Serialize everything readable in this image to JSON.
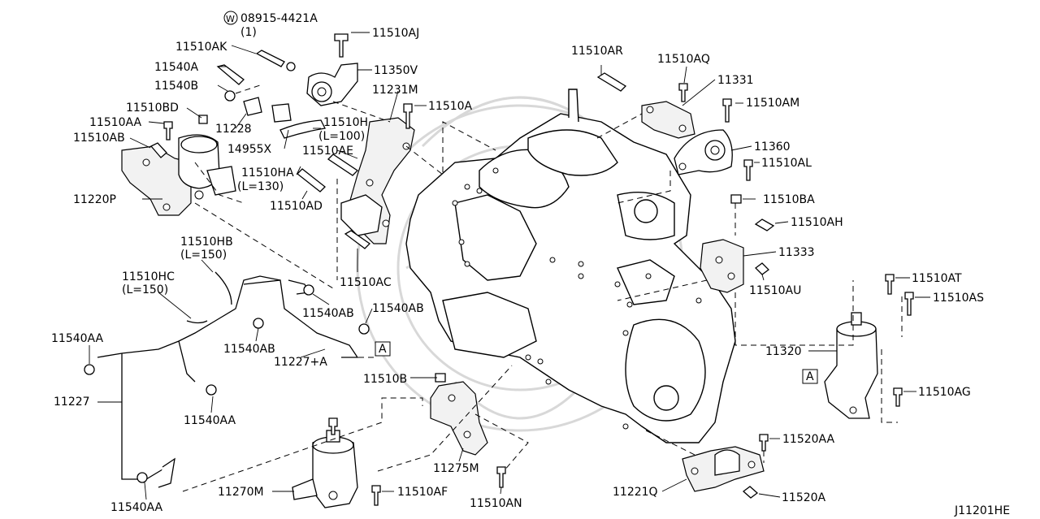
{
  "diagram_code": "J11201HE",
  "washer_symbol": "W",
  "washer_part": "08915-4421A",
  "washer_qty": "(1)",
  "ref_box": "A",
  "parts": {
    "p11510AJ": "11510AJ",
    "p11510AK": "11510AK",
    "p11540A": "11540A",
    "p11350V": "11350V",
    "p11540B": "11540B",
    "p11231M": "11231M",
    "p11510A": "11510A",
    "p11510BD": "11510BD",
    "p11510AA": "11510AA",
    "p11228": "11228",
    "p11510H": "11510H",
    "p11510H_len": "(L=100)",
    "p11510AB": "11510AB",
    "p14955X": "14955X",
    "p11510AE": "11510AE",
    "p11510HA": "11510HA",
    "p11510HA_len": "(L=130)",
    "p11220P": "11220P",
    "p11510AD": "11510AD",
    "p11510HB": "11510HB",
    "p11510HB_len": "(L=150)",
    "p11510HC": "11510HC",
    "p11510HC_len": "(L=150)",
    "p11510AC": "11510AC",
    "p11540AB_a": "11540AB",
    "p11540AB_b": "11540AB",
    "p11540AB_c": "11540AB",
    "p11540AA_a": "11540AA",
    "p11227A": "11227+A",
    "p11227": "11227",
    "p11540AA_b": "11540AA",
    "p11540AA_c": "11540AA",
    "p11510B": "11510B",
    "p11270M": "11270M",
    "p11275M": "11275M",
    "p11510AF": "11510AF",
    "p11510AN": "11510AN",
    "p11510AR": "11510AR",
    "p11510AQ": "11510AQ",
    "p11331": "11331",
    "p11510AM": "11510AM",
    "p11360": "11360",
    "p11510AL": "11510AL",
    "p11510BA": "11510BA",
    "p11510AH": "11510AH",
    "p11333": "11333",
    "p11510AU": "11510AU",
    "p11510AT": "11510AT",
    "p11510AS": "11510AS",
    "p11320": "11320",
    "p11510AG": "11510AG",
    "p11520AA": "11520AA",
    "p11221Q": "11221Q",
    "p11520A": "11520A"
  }
}
